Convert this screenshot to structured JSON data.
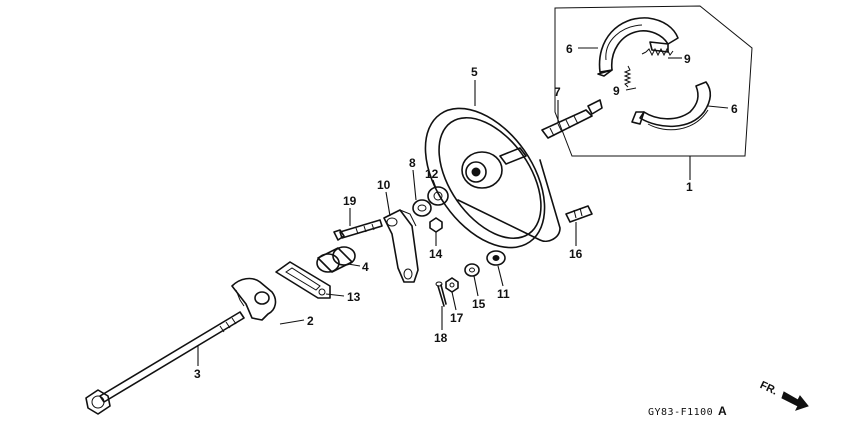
{
  "callouts": [
    {
      "id": "c1",
      "label": "1"
    },
    {
      "id": "c2",
      "label": "2"
    },
    {
      "id": "c3",
      "label": "3"
    },
    {
      "id": "c4",
      "label": "4"
    },
    {
      "id": "c5",
      "label": "5"
    },
    {
      "id": "c6a",
      "label": "6"
    },
    {
      "id": "c6b",
      "label": "6"
    },
    {
      "id": "c7",
      "label": "7"
    },
    {
      "id": "c8",
      "label": "8"
    },
    {
      "id": "c9a",
      "label": "9"
    },
    {
      "id": "c9b",
      "label": "9"
    },
    {
      "id": "c10",
      "label": "10"
    },
    {
      "id": "c11",
      "label": "11"
    },
    {
      "id": "c12",
      "label": "12"
    },
    {
      "id": "c13",
      "label": "13"
    },
    {
      "id": "c14",
      "label": "14"
    },
    {
      "id": "c15",
      "label": "15"
    },
    {
      "id": "c16",
      "label": "16"
    },
    {
      "id": "c17",
      "label": "17"
    },
    {
      "id": "c18",
      "label": "18"
    },
    {
      "id": "c19",
      "label": "19"
    }
  ],
  "direction_label": "FR.",
  "diagram_code": "GY83-F1100",
  "diagram_code_suffix": "A"
}
